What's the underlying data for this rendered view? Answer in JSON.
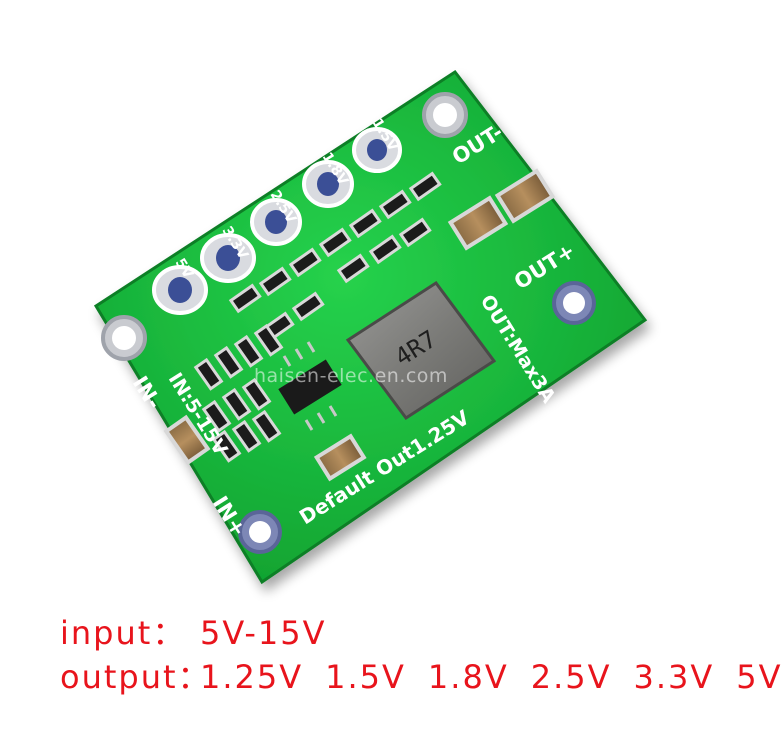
{
  "photo": {
    "board_color": "#14b83a",
    "silkscreen": {
      "in_minus": "IN-",
      "in_plus": "IN+",
      "in_range": "IN:5-15V",
      "out_minus": "OUT-",
      "out_plus": "OUT+",
      "out_max": "OUT:Max3A",
      "default_out": "Default Out1.25V",
      "inductor_mark": "4R7",
      "pad_labels": [
        "5V",
        "3.3V",
        "2.5V",
        "1.8V",
        "1.5V"
      ]
    },
    "watermark": "haisen-elec.en.com"
  },
  "specs": {
    "input_label": "input：",
    "input_value": "5V-15V",
    "output_label": "output：",
    "output_values": [
      "1.25V",
      "1.5V",
      "1.8V",
      "2.5V",
      "3.3V",
      "5V"
    ],
    "text_color": "#e8141c"
  }
}
